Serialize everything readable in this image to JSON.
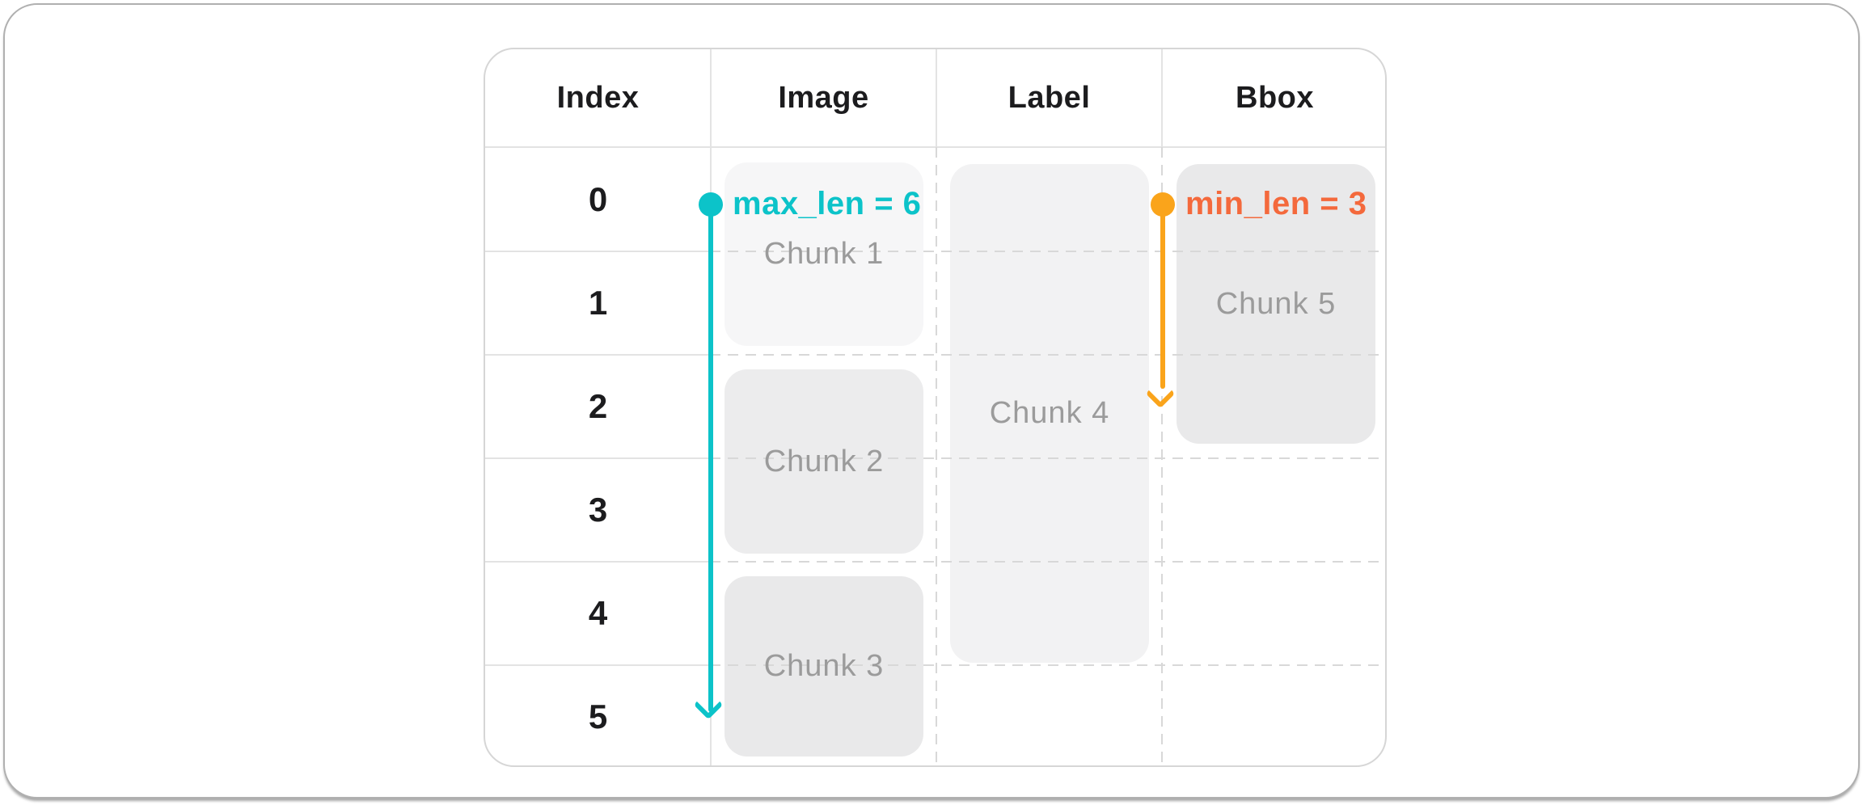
{
  "table": {
    "headers": [
      {
        "label": "Index"
      },
      {
        "label": "Image"
      },
      {
        "label": "Label"
      },
      {
        "label": "Bbox"
      }
    ],
    "row_indices": [
      {
        "value": "0"
      },
      {
        "value": "1"
      },
      {
        "value": "2"
      },
      {
        "value": "3"
      },
      {
        "value": "4"
      },
      {
        "value": "5"
      }
    ]
  },
  "chunks": [
    {
      "label": "Chunk 1",
      "column": "Image",
      "rows_spanned": "0-1",
      "fill": "#f6f6f7"
    },
    {
      "label": "Chunk 2",
      "column": "Image",
      "rows_spanned": "2-3",
      "fill": "#ececed"
    },
    {
      "label": "Chunk 3",
      "column": "Image",
      "rows_spanned": "4-5",
      "fill": "#e9e9ea"
    },
    {
      "label": "Chunk 4",
      "column": "Label",
      "rows_spanned": "0-4",
      "fill": "#f2f2f3"
    },
    {
      "label": "Chunk 5",
      "column": "Bbox",
      "rows_spanned": "0-2",
      "fill": "#e9e9ea"
    }
  ],
  "annotations": {
    "max_len": {
      "label": "max_len = 6",
      "rows_spanned": 6,
      "text_color": "#0cc3c9",
      "arrow_color": "#0cc3c9"
    },
    "min_len": {
      "label": "min_len = 3",
      "rows_spanned": 3,
      "text_color": "#f4693c",
      "arrow_color": "#faa41b"
    }
  },
  "colors": {
    "teal_accent": "#0cc3c9",
    "orange_arrow": "#faa41b",
    "orange_text": "#f4693c",
    "chunk_text": "#9b9b9b",
    "header_text": "#1c1c1e",
    "grid_solid": "#e3e3e3",
    "grid_dashed": "#d8d8d8",
    "table_border": "#d6d6d6",
    "card_border": "#b0b0b0"
  }
}
